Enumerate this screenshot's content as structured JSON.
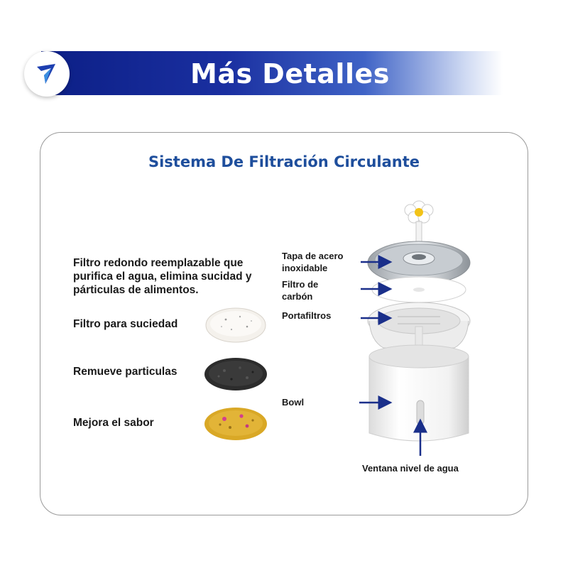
{
  "header": {
    "title": "Más Detalles",
    "logo_icon": "brand-logo-icon",
    "gradient_colors": [
      "#0c1f86",
      "#3f63c6"
    ]
  },
  "card": {
    "title": "Sistema De Filtración Circulante",
    "title_color": "#1e4e9c",
    "description": "Filtro redondo reemplazable que purifica el agua, elimina sucidad y párticulas de alimentos.",
    "filters": [
      {
        "label": "Filtro para suciedad",
        "icon": "white-filter-disc"
      },
      {
        "label": "Remueve particulas",
        "icon": "charcoal-filter-disc"
      },
      {
        "label": "Mejora el sabor",
        "icon": "gold-filter-disc"
      }
    ],
    "parts": [
      {
        "label": "Tapa de acero inoxidable"
      },
      {
        "label": "Filtro de carbón"
      },
      {
        "label": "Portafiltros"
      },
      {
        "label": "Bowl"
      },
      {
        "label": "Ventana nivel de agua"
      }
    ],
    "arrow_color": "#1a2f8a"
  }
}
